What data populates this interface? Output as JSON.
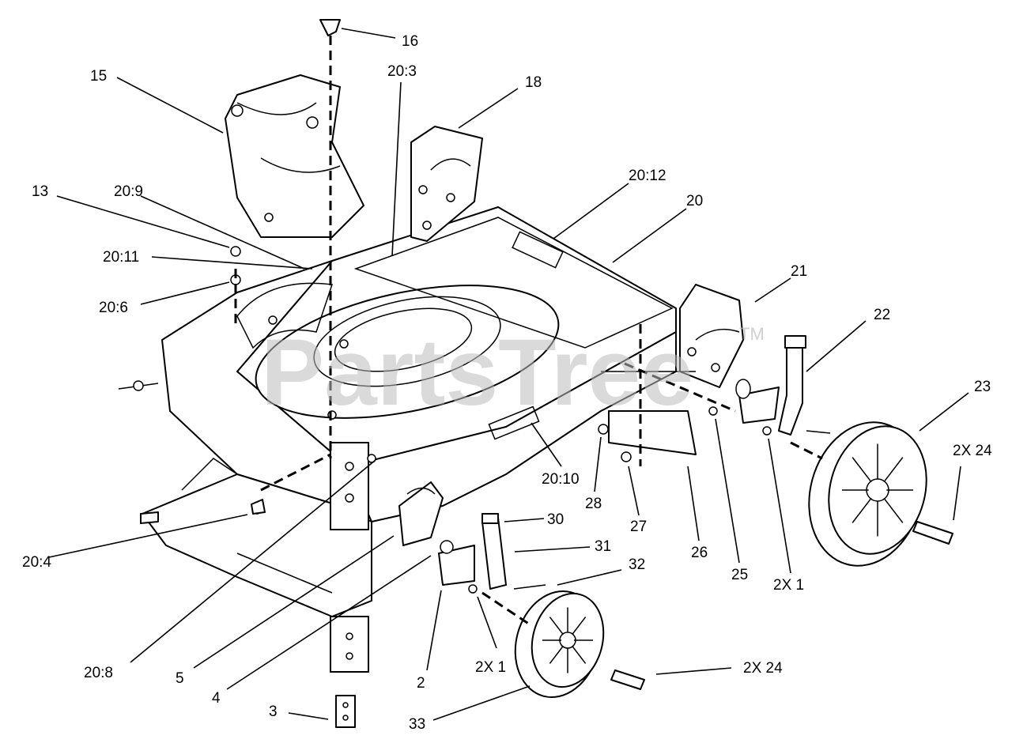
{
  "watermark": {
    "text": "PartsTree",
    "mark": "TM"
  },
  "callouts": [
    {
      "id": "16",
      "text": "16"
    },
    {
      "id": "15",
      "text": "15"
    },
    {
      "id": "20-3",
      "text": "20:3"
    },
    {
      "id": "18",
      "text": "18"
    },
    {
      "id": "20-12",
      "text": "20:12"
    },
    {
      "id": "20",
      "text": "20"
    },
    {
      "id": "13",
      "text": "13"
    },
    {
      "id": "20-9",
      "text": "20:9"
    },
    {
      "id": "20-11",
      "text": "20:11"
    },
    {
      "id": "20-6",
      "text": "20:6"
    },
    {
      "id": "21",
      "text": "21"
    },
    {
      "id": "22",
      "text": "22"
    },
    {
      "id": "23",
      "text": "23"
    },
    {
      "id": "2x24-right",
      "text": "2X 24"
    },
    {
      "id": "28",
      "text": "28"
    },
    {
      "id": "27",
      "text": "27"
    },
    {
      "id": "26",
      "text": "26"
    },
    {
      "id": "25",
      "text": "25"
    },
    {
      "id": "2x1-right",
      "text": "2X 1"
    },
    {
      "id": "20-10",
      "text": "20:10"
    },
    {
      "id": "30",
      "text": "30"
    },
    {
      "id": "31",
      "text": "31"
    },
    {
      "id": "32",
      "text": "32"
    },
    {
      "id": "20-4",
      "text": "20:4"
    },
    {
      "id": "20-8",
      "text": "20:8"
    },
    {
      "id": "5",
      "text": "5"
    },
    {
      "id": "4",
      "text": "4"
    },
    {
      "id": "2",
      "text": "2"
    },
    {
      "id": "2x1-left",
      "text": "2X 1"
    },
    {
      "id": "2x24-left",
      "text": "2X 24"
    },
    {
      "id": "3",
      "text": "3"
    },
    {
      "id": "33",
      "text": "33"
    }
  ]
}
